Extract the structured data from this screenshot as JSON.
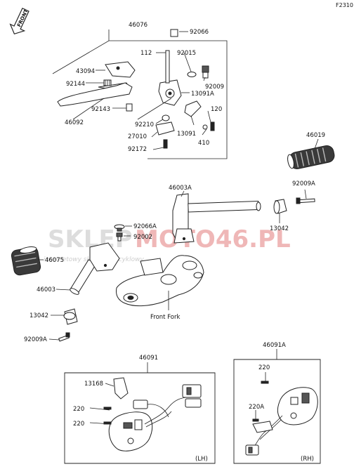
{
  "header": {
    "figure_code": "F2310",
    "front_arrow_label": "FRONT"
  },
  "watermark": {
    "brand_left": "SKLEP",
    "brand_right": "MOTO46.PL",
    "tagline": "internetowy sklep motocyklowy"
  },
  "labels": {
    "p46076": "46076",
    "p92066": "92066",
    "p112": "112",
    "p92015": "92015",
    "p43094": "43094",
    "p92009": "92009",
    "p92144": "92144",
    "p13091A": "13091A",
    "p92143": "92143",
    "p120": "120",
    "p46092": "46092",
    "p92210": "92210",
    "p13091": "13091",
    "p27010": "27010",
    "p410": "410",
    "p92172": "92172",
    "p46019": "46019",
    "p46003A": "46003A",
    "p92009A_r": "92009A",
    "p92066A": "92066A",
    "p13042_r": "13042",
    "p92002": "92002",
    "p46075": "46075",
    "p46003": "46003",
    "front_fork": "Front Fork",
    "p13042_l": "13042",
    "p92009A_l": "92009A",
    "p46091": "46091",
    "p46091A": "46091A",
    "p13168": "13168",
    "p220_lh1": "220",
    "p220_lh2": "220",
    "p220_rh": "220",
    "p220A": "220A",
    "lh": "(LH)",
    "rh": "(RH)"
  }
}
